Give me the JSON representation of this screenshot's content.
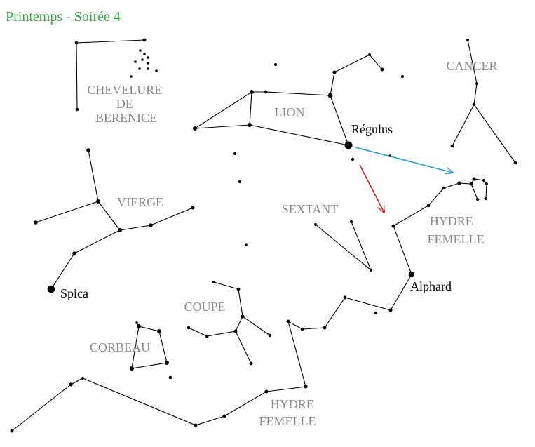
{
  "title": "Printemps - Soirée 4",
  "colors": {
    "title": "#3aa34b",
    "constellation_label": "#8a8a8a",
    "arrow_blue": "#2a9fd0",
    "arrow_red": "#c8262b"
  },
  "constellations": [
    {
      "id": "chevelure",
      "label_lines": [
        "CHEVELURE",
        "DE",
        "BERENICE"
      ]
    },
    {
      "id": "lion",
      "label_lines": [
        "LION"
      ]
    },
    {
      "id": "cancer",
      "label_lines": [
        "CANCER"
      ]
    },
    {
      "id": "vierge",
      "label_lines": [
        "VIERGE"
      ]
    },
    {
      "id": "sextant",
      "label_lines": [
        "SEXTANT"
      ]
    },
    {
      "id": "hydre-east",
      "label_lines": [
        "HYDRE",
        "FEMELLE"
      ]
    },
    {
      "id": "coupe",
      "label_lines": [
        "COUPE"
      ]
    },
    {
      "id": "corbeau",
      "label_lines": [
        "CORBEAU"
      ]
    },
    {
      "id": "hydre-south",
      "label_lines": [
        "HYDRE",
        "FEMELLE"
      ]
    }
  ],
  "named_stars": [
    {
      "id": "regulus",
      "name": "Régulus"
    },
    {
      "id": "spica",
      "name": "Spica"
    },
    {
      "id": "alphard",
      "name": "Alphard"
    }
  ]
}
